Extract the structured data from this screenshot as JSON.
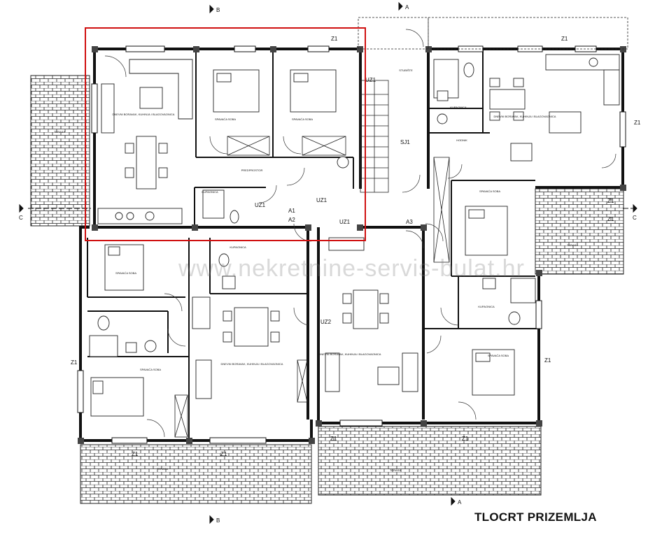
{
  "drawing_title": "TLOCRT PRIZEMLJA",
  "watermark": "www.nekretnine-servis-bulat.hr",
  "section_marks": {
    "a": "A",
    "b": "B",
    "c": "C"
  },
  "elevation_marks": [
    "A1",
    "A2",
    "A3"
  ],
  "room_labels": {
    "living_1": "DNEVNI BORAVAK, KUHINJA I BLAGOVAONICA",
    "bedroom_1": "SPAVAĆA SOBA",
    "bedroom_2": "SPAVAĆA SOBA",
    "bathroom_1": "KUPAONICA",
    "hallway_1": "PREDPROSTOR",
    "terrace_1": "TERASA",
    "stairs": "STUBIŠTE",
    "living_2": "DNEVNI BORAVAK, KUHINJA I BLAGOVAONICA",
    "bathroom_2": "KUPAONICA",
    "bedroom_3": "SPAVAĆA SOBA",
    "hallway_2": "HODNIK",
    "terrace_2": "TERASA",
    "bedroom_4": "SPAVAĆA SOBA",
    "bathroom_3": "KUPAONICA",
    "living_3": "DNEVNI BORAVAK, KUHINJA I BLAGOVAONICA",
    "bedroom_5": "SPAVAĆA SOBA",
    "living_4": "DNEVNI BORAVAK, KUHINJA I BLAGOVAONICA",
    "bathroom_4": "KUPAONICA",
    "bedroom_6": "SPAVAĆA SOBA",
    "terrace_3": "TERASA",
    "terrace_4": "TERASA"
  },
  "wall_tags": [
    "Z1",
    "Z1",
    "Z1",
    "Z1",
    "Z1",
    "Z1",
    "Z1",
    "Z1",
    "Z1",
    "Z1",
    "Z1",
    "UZ1",
    "UZ1",
    "UZ1",
    "UZ1",
    "UZ2",
    "SJ1"
  ],
  "highlight_color": "#d01010"
}
